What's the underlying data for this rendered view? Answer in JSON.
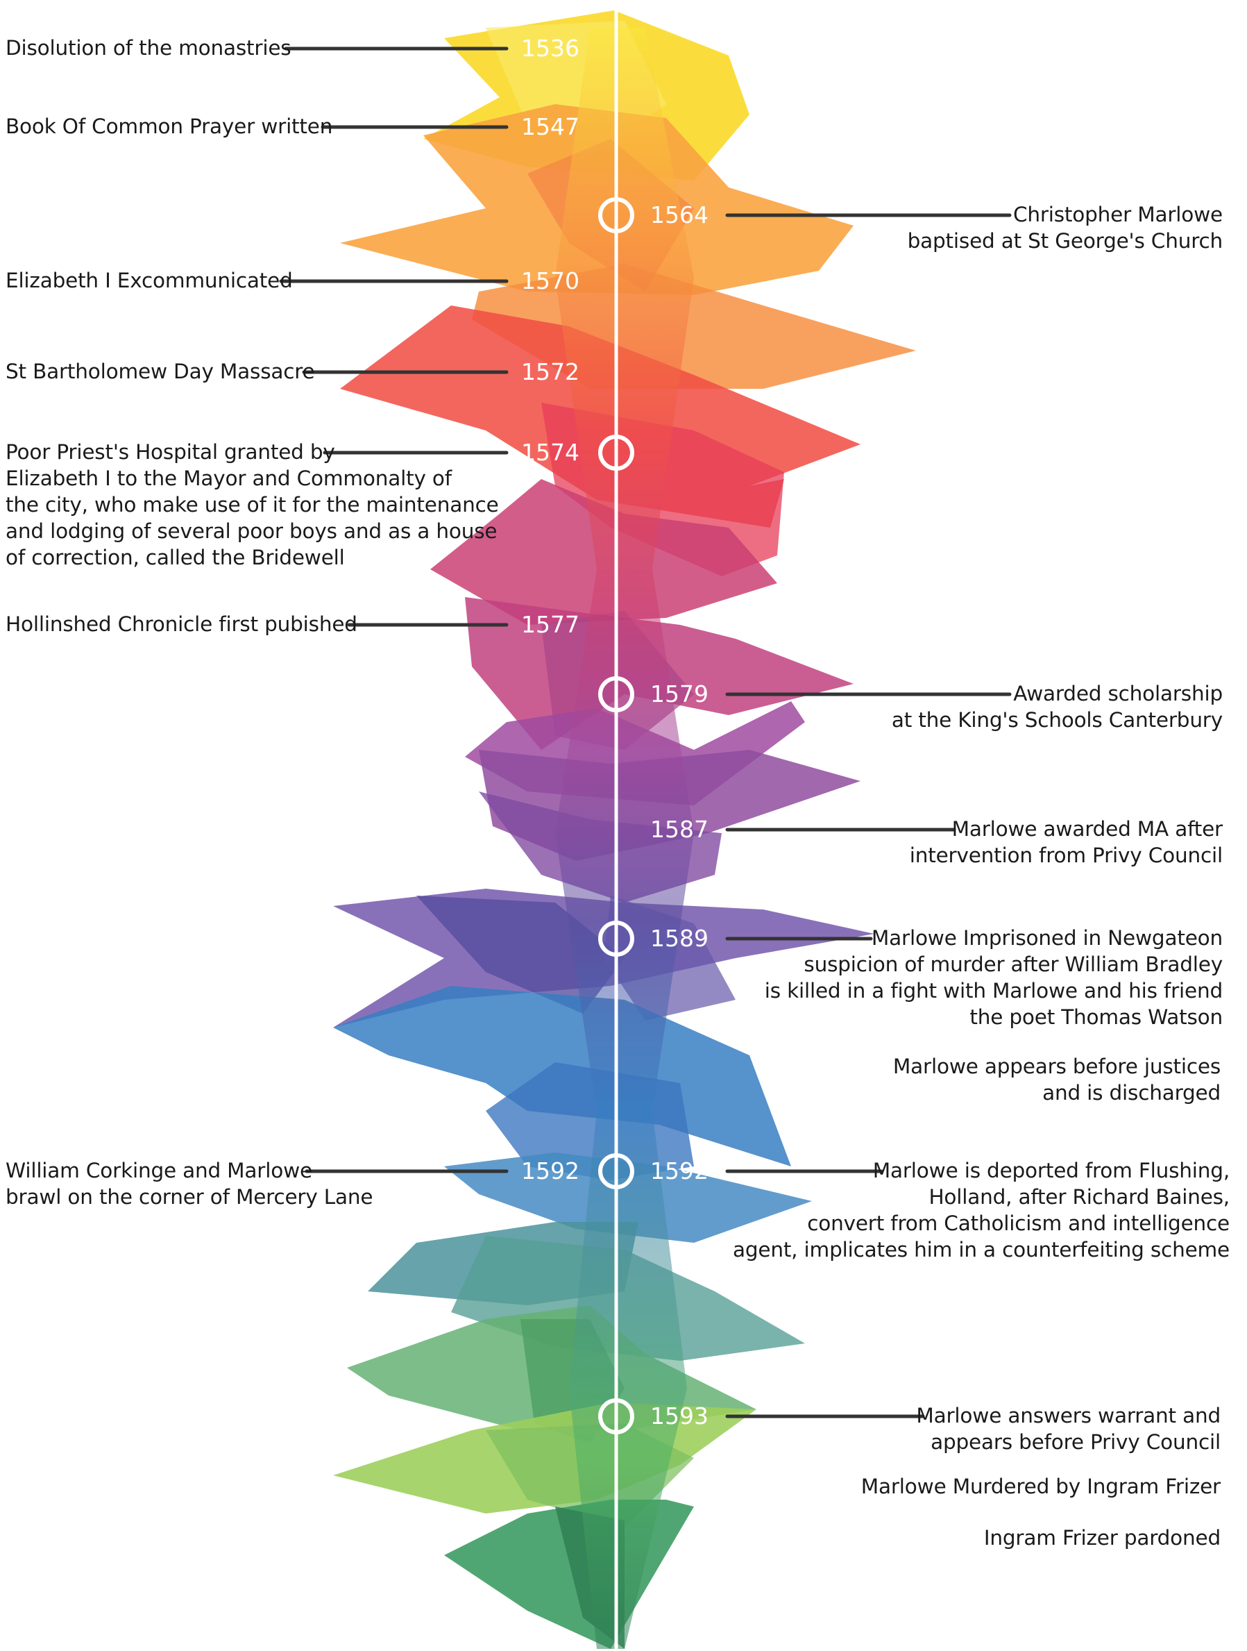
{
  "timeline": {
    "left_events": [
      {
        "year": "1536",
        "text": "Disolution of the monastries"
      },
      {
        "year": "1547",
        "text": "Book Of Common Prayer written"
      },
      {
        "year": "1570",
        "text": "Elizabeth I Excommunicated"
      },
      {
        "year": "1572",
        "text": "St Bartholomew Day Massacre"
      },
      {
        "year": "1574",
        "text": "Poor Priest's Hospital granted by\nElizabeth I to the Mayor and Commonalty of\nthe city, who make use of it for the maintenance\nand lodging of several poor boys and as a house\nof correction, called the Bridewell"
      },
      {
        "year": "1577",
        "text": "Hollinshed Chronicle first pubished"
      },
      {
        "year": "1592",
        "text": "William Corkinge and Marlowe\nbrawl on the corner of Mercery Lane"
      }
    ],
    "right_events": [
      {
        "year": "1564",
        "text": "Christopher Marlowe\nbaptised at St George's Church"
      },
      {
        "year": "1579",
        "text": "Awarded scholarship\nat the King's Schools Canterbury"
      },
      {
        "year": "1587",
        "text": "Marlowe awarded MA after\nintervention from Privy Council"
      },
      {
        "year": "1589",
        "text": "Marlowe Imprisoned in Newgateon\nsuspicion of murder after William Bradley\nis killed in a fight with Marlowe and his friend\nthe poet Thomas Watson"
      },
      {
        "year": "",
        "text": "Marlowe appears before justices\nand is discharged"
      },
      {
        "year": "1592",
        "text": "Marlowe is deported from Flushing,\nHolland, after Richard Baines,\nconvert from Catholicism and intelligence\nagent, implicates him in a counterfeiting scheme"
      },
      {
        "year": "1593",
        "text": "Marlowe answers warrant and\nappears before Privy Council"
      },
      {
        "year": "",
        "text": "Marlowe Murdered by Ingram Frizer"
      },
      {
        "year": "",
        "text": "Ingram Frizer pardoned"
      }
    ]
  },
  "colors": {
    "yellow": "#f7d100",
    "orange": "#f7941d",
    "red": "#ee3124",
    "magenta": "#c21d5a",
    "purple": "#7b2d8e",
    "indigo": "#3a2f8f",
    "blue": "#1467b7",
    "teal": "#2b7f8a",
    "green": "#3aa043",
    "lime": "#8cc63f",
    "dark_green": "#0b6b37",
    "line": "#333333"
  }
}
